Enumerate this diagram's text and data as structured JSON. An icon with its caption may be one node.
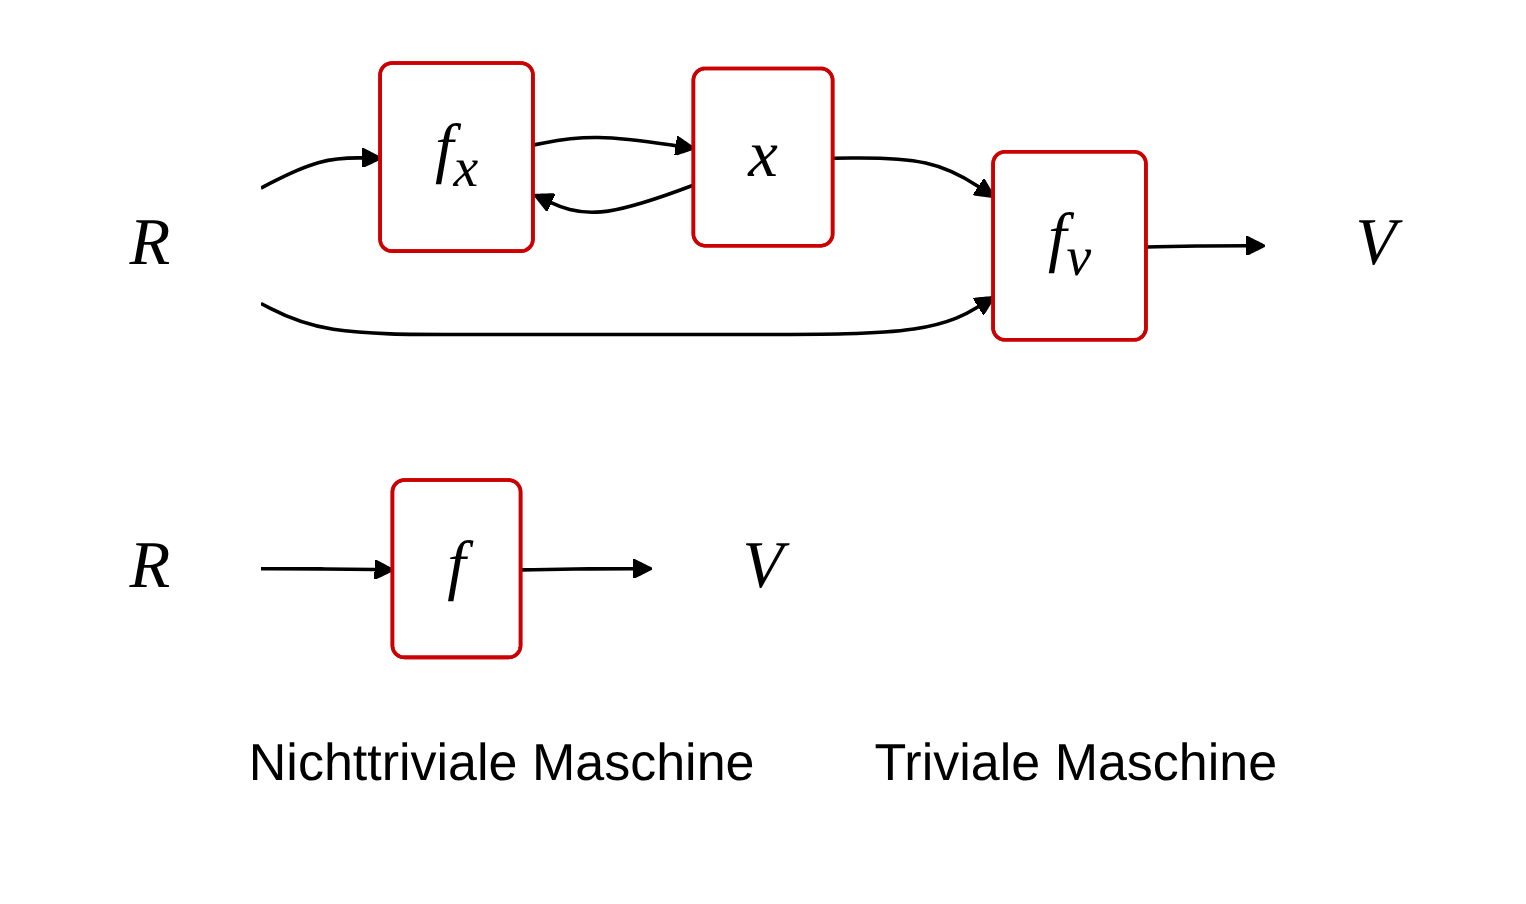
{
  "diagram": {
    "nodes": [
      {
        "text": [
          "R"
        ]
      },
      {
        "text": [
          "f$_{x}$"
        ]
      },
      {
        "text": [
          "x"
        ]
      },
      {
        "text": [
          "f$_{v}$"
        ]
      },
      {
        "text": [
          "V"
        ]
      },
      {
        "text": [
          "R"
        ]
      },
      {
        "text": [
          "f"
        ]
      },
      {
        "text": [
          "V"
        ]
      }
    ],
    "edges": [
      {
        "from": 0,
        "to": 1,
        "arrow": "to"
      },
      {
        "from": 0,
        "to": 3,
        "arrow": "to"
      },
      {
        "from": 1,
        "to": 2,
        "arrow": "to"
      },
      {
        "from": 2,
        "to": 1,
        "arrow": "to"
      },
      {
        "from": 2,
        "to": 3,
        "arrow": "to"
      },
      {
        "from": 3,
        "to": 4,
        "arrow": "to"
      },
      {
        "from": 5,
        "to": 6,
        "arrow": "to"
      },
      {
        "from": 6,
        "to": 7,
        "arrow": "to"
      }
    ],
    "labels": [
      "Nichttriviale Maschine",
      "Triviale Maschine"
    ]
  }
}
